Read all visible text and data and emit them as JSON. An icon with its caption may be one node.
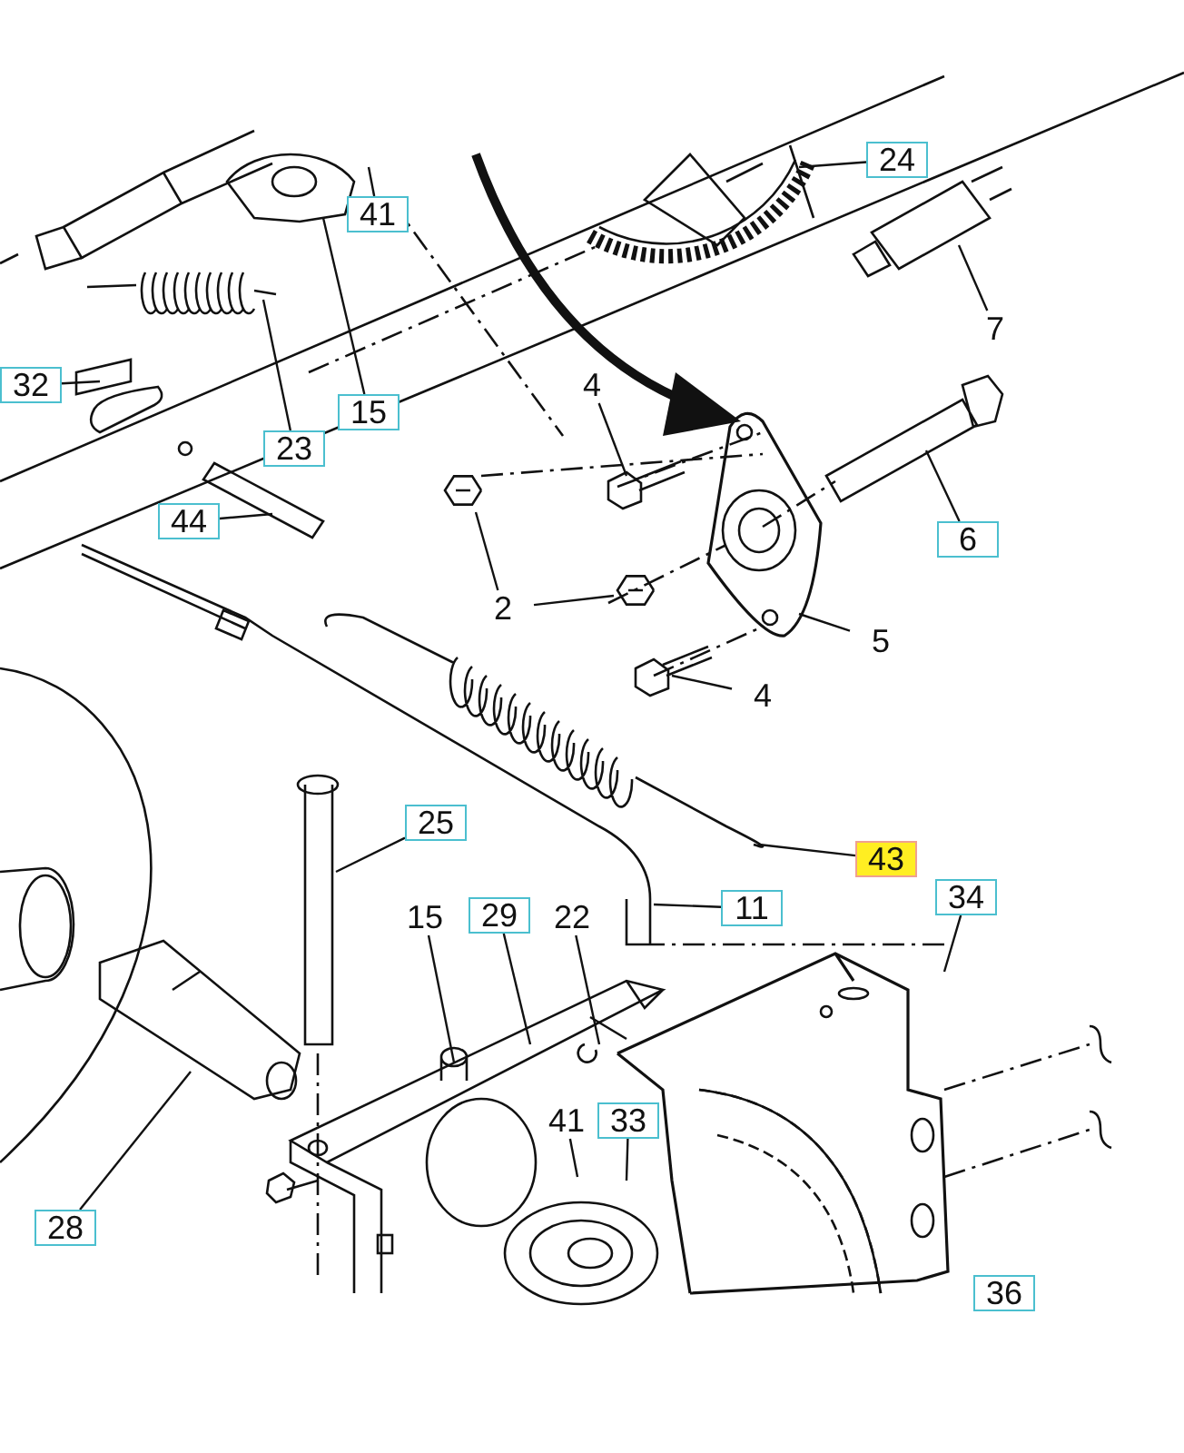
{
  "diagram": {
    "nodes": [
      {
        "text": [
          "24"
        ]
      },
      {
        "text": [
          "41"
        ]
      },
      {
        "text": [
          "7"
        ]
      },
      {
        "text": [
          "32"
        ]
      },
      {
        "text": [
          "4"
        ]
      },
      {
        "text": [
          "15"
        ]
      },
      {
        "text": [
          "23"
        ]
      },
      {
        "text": [
          "44"
        ]
      },
      {
        "text": [
          "6"
        ]
      },
      {
        "text": [
          "2"
        ]
      },
      {
        "text": [
          "5"
        ]
      },
      {
        "text": [
          "4"
        ]
      },
      {
        "text": [
          "25"
        ]
      },
      {
        "text": [
          "43"
        ]
      },
      {
        "text": [
          "34"
        ]
      },
      {
        "text": [
          "11"
        ]
      },
      {
        "text": [
          "15"
        ]
      },
      {
        "text": [
          "29"
        ]
      },
      {
        "text": [
          "22"
        ]
      },
      {
        "text": [
          "41"
        ]
      },
      {
        "text": [
          "33"
        ]
      },
      {
        "text": [
          "28"
        ]
      },
      {
        "text": [
          "36"
        ]
      }
    ],
    "edges": [
      {
        "from": 0,
        "to": null,
        "arrow": "none"
      },
      {
        "from": 1,
        "to": null,
        "arrow": "none"
      },
      {
        "from": 2,
        "to": null,
        "arrow": "none"
      },
      {
        "from": 3,
        "to": null,
        "arrow": "none"
      },
      {
        "from": 4,
        "to": null,
        "arrow": "none"
      },
      {
        "from": 5,
        "to": null,
        "arrow": "none"
      },
      {
        "from": 6,
        "to": null,
        "arrow": "none"
      },
      {
        "from": 7,
        "to": null,
        "arrow": "none"
      },
      {
        "from": 8,
        "to": null,
        "arrow": "none"
      },
      {
        "from": 9,
        "to": null,
        "arrow": "none"
      },
      {
        "from": 10,
        "to": null,
        "arrow": "none"
      },
      {
        "from": 11,
        "to": null,
        "arrow": "none"
      },
      {
        "from": 12,
        "to": null,
        "arrow": "none"
      },
      {
        "from": 13,
        "to": null,
        "arrow": "none"
      },
      {
        "from": 14,
        "to": null,
        "arrow": "none"
      },
      {
        "from": 15,
        "to": null,
        "arrow": "none"
      },
      {
        "from": 16,
        "to": null,
        "arrow": "none"
      },
      {
        "from": 17,
        "to": null,
        "arrow": "none"
      },
      {
        "from": 18,
        "to": null,
        "arrow": "none"
      },
      {
        "from": 19,
        "to": null,
        "arrow": "none"
      },
      {
        "from": 20,
        "to": null,
        "arrow": "none"
      },
      {
        "from": 21,
        "to": null,
        "arrow": "none"
      },
      {
        "from": 9,
        "to": null,
        "arrow": "none"
      }
    ]
  }
}
